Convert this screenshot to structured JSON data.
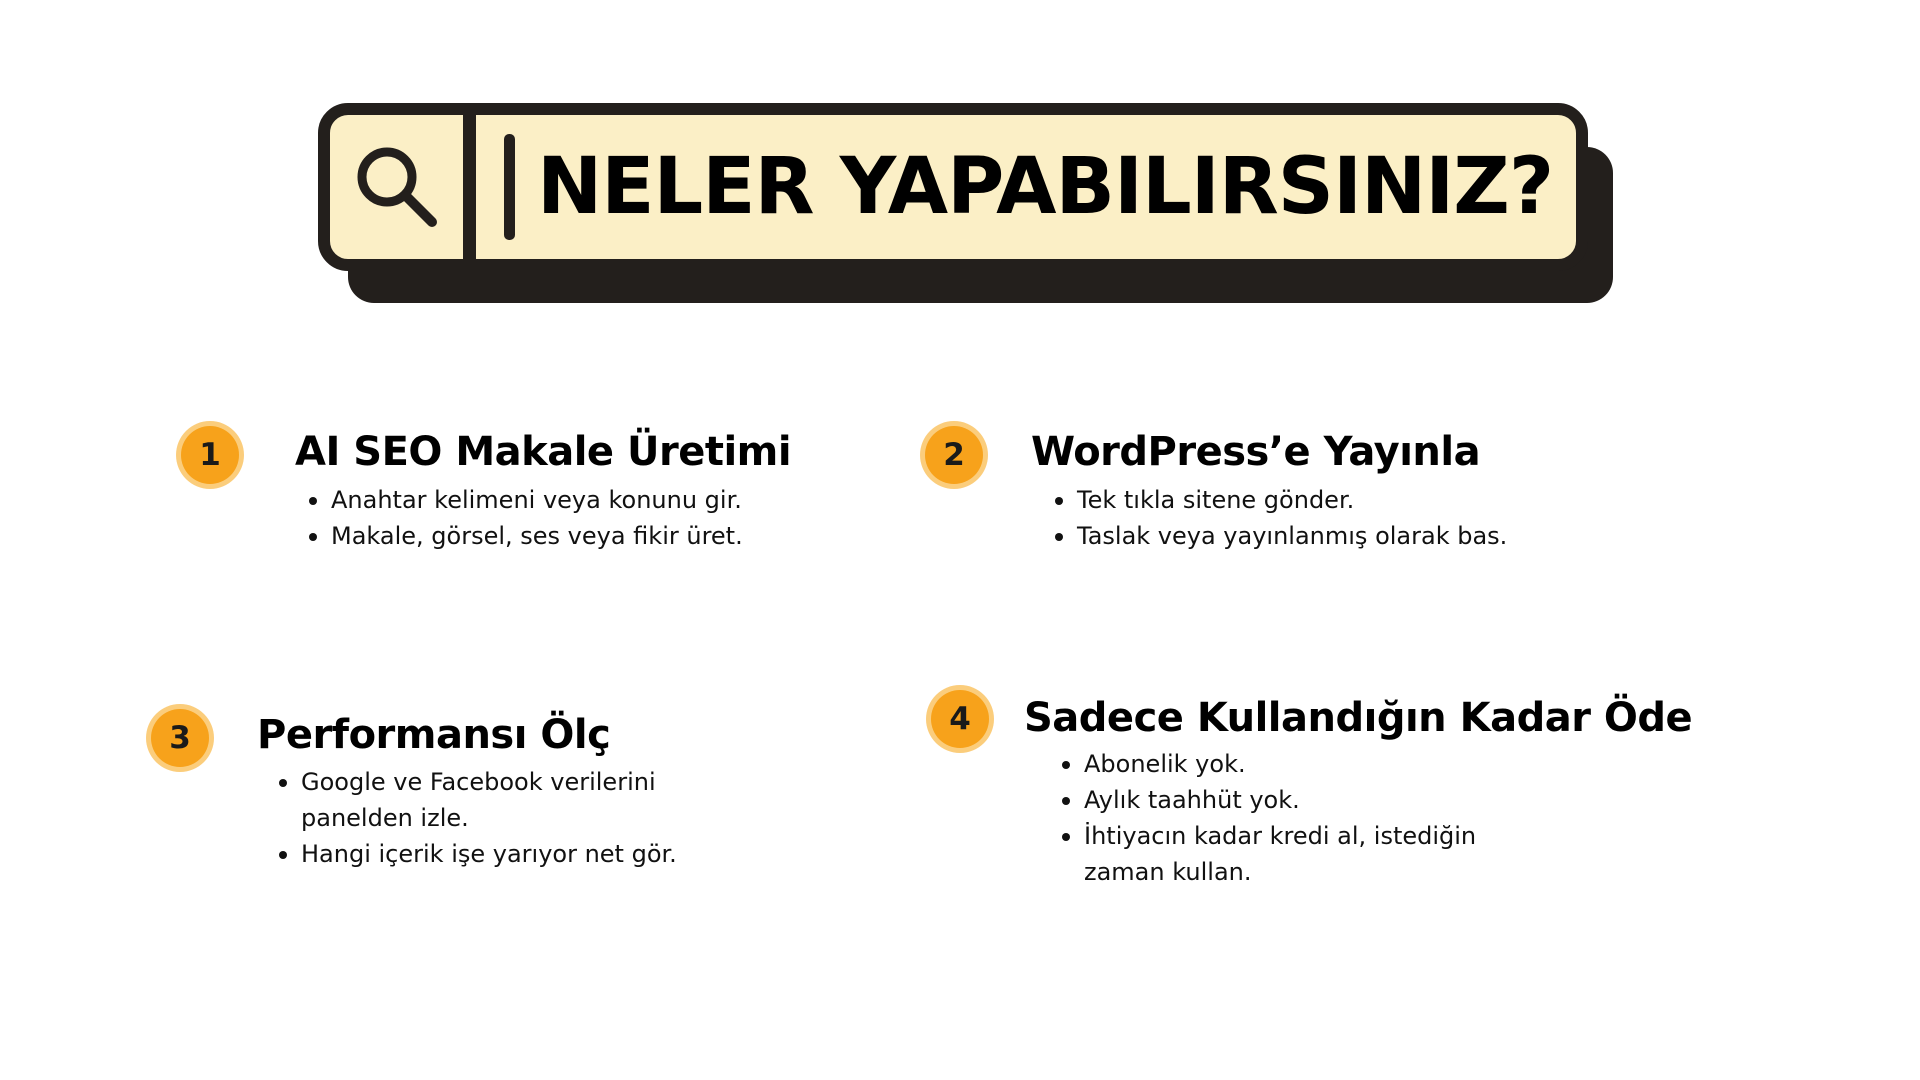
{
  "banner": {
    "title": "NELER YAPABILIRSINIZ?",
    "icon": "search-icon"
  },
  "features": [
    {
      "number": "1",
      "title": "AI SEO Makale Üretimi",
      "bullets": [
        "Anahtar kelimeni veya konunu gir.",
        "Makale, görsel, ses veya fikir üret."
      ]
    },
    {
      "number": "2",
      "title": "WordPress’e Yayınla",
      "bullets": [
        "Tek tıkla sitene gönder.",
        "Taslak veya yayınlanmış olarak bas."
      ]
    },
    {
      "number": "3",
      "title": "Performansı Ölç",
      "bullets": [
        "Google ve Facebook verilerini panelden izle.",
        "Hangi içerik işe yarıyor net gör."
      ]
    },
    {
      "number": "4",
      "title": "Sadece Kullandığın Kadar Öde",
      "bullets": [
        "Abonelik yok.",
        "Aylık taahhüt yok.",
        "İhtiyacın kadar kredi al, istediğin zaman kullan."
      ]
    }
  ],
  "colors": {
    "banner_fill": "#fbefc6",
    "banner_outline": "#231f1c",
    "badge_fill": "#f7a21b",
    "badge_ring": "#fbcd7c"
  }
}
